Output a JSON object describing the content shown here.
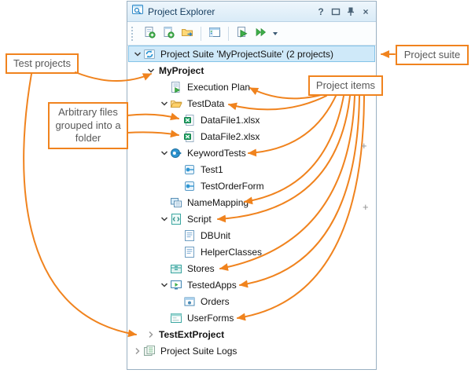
{
  "window": {
    "title": "Project Explorer",
    "controls": [
      {
        "name": "help-button",
        "type": "text",
        "glyph": "?"
      },
      {
        "name": "float-window-button",
        "type": "float-icon"
      },
      {
        "name": "auto-hide-pin-button",
        "type": "pin-icon"
      },
      {
        "name": "close-button",
        "type": "text",
        "glyph": "×"
      }
    ]
  },
  "toolbar": {
    "buttons": [
      {
        "name": "add-new-project-button",
        "icon": "doc-plus"
      },
      {
        "name": "add-new-item-button",
        "icon": "doc-plus2"
      },
      {
        "name": "add-existing-item-button",
        "icon": "folder-doc"
      },
      {
        "name": "organize-tests-button",
        "icon": "panel-window"
      },
      {
        "name": "run-project-suite-button",
        "icon": "run-doc"
      },
      {
        "name": "run-project-button",
        "icon": "run-fast"
      }
    ],
    "has_dropdown": true
  },
  "tree": {
    "rows": [
      {
        "label": "Project Suite 'MyProjectSuite'  (2 projects)",
        "level": 0,
        "icon": "project-suite",
        "expander": "open",
        "selected": true
      },
      {
        "label": "MyProject",
        "level": 1,
        "icon": null,
        "expander": "open",
        "bold": true
      },
      {
        "label": "Execution Plan",
        "level": 2,
        "icon": "execution-plan",
        "expander": null
      },
      {
        "label": "TestData",
        "level": 2,
        "icon": "folder-open",
        "expander": "open"
      },
      {
        "label": "DataFile1.xlsx",
        "level": 3,
        "icon": "excel",
        "expander": null
      },
      {
        "label": "DataFile2.xlsx",
        "level": 3,
        "icon": "excel",
        "expander": null
      },
      {
        "label": "KeywordTests",
        "level": 2,
        "icon": "keyword-tests",
        "expander": "open"
      },
      {
        "label": "Test1",
        "level": 3,
        "icon": "keyword-test",
        "expander": null
      },
      {
        "label": "TestOrderForm",
        "level": 3,
        "icon": "keyword-test",
        "expander": null
      },
      {
        "label": "NameMapping",
        "level": 2,
        "icon": "name-mapping",
        "expander": null
      },
      {
        "label": "Script",
        "level": 2,
        "icon": "script",
        "expander": "open"
      },
      {
        "label": "DBUnit",
        "level": 3,
        "icon": "script-unit",
        "expander": null
      },
      {
        "label": "HelperClasses",
        "level": 3,
        "icon": "script-unit",
        "expander": null
      },
      {
        "label": "Stores",
        "level": 2,
        "icon": "stores",
        "expander": null
      },
      {
        "label": "TestedApps",
        "level": 2,
        "icon": "tested-apps",
        "expander": "open"
      },
      {
        "label": "Orders",
        "level": 3,
        "icon": "tested-app",
        "expander": null
      },
      {
        "label": "UserForms",
        "level": 2,
        "icon": "user-forms",
        "expander": null
      },
      {
        "label": "TestExtProject",
        "level": 1,
        "icon": null,
        "expander": "closed",
        "bold": true
      },
      {
        "label": "Project Suite Logs",
        "level": 0,
        "icon": "logs",
        "expander": "closed"
      }
    ]
  },
  "callouts": {
    "test_projects": {
      "label": "Test projects"
    },
    "arbitrary_files": {
      "label": "Arbitrary files grouped into a folder"
    },
    "project_suite": {
      "label": "Project suite"
    },
    "project_items": {
      "label": "Project items"
    }
  },
  "misc": {
    "plus_glyph": "+"
  },
  "colors": {
    "accent_orange": "#f0831e",
    "selection_bg": "#cfe9f9",
    "selection_border": "#84c3e8",
    "titlebar_bg": "#e2eff9",
    "panel_border": "#9ab0c2"
  }
}
